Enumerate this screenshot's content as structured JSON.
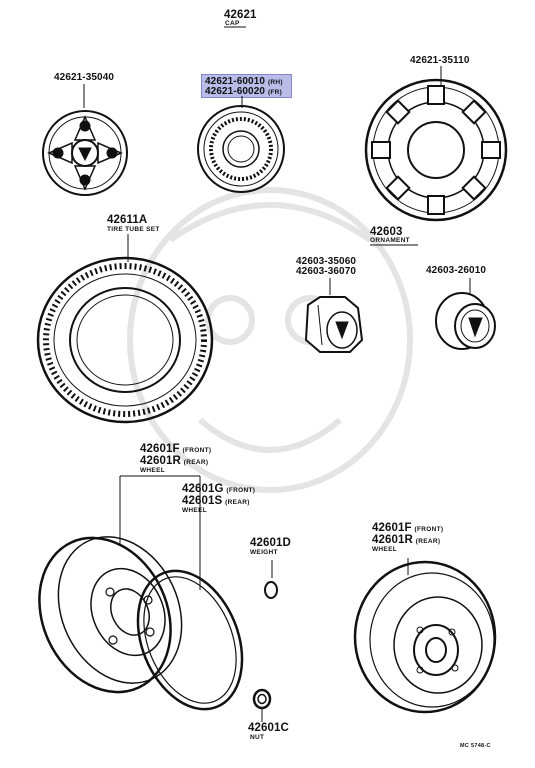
{
  "header": {
    "part_no": "42621",
    "part_name": "CAP"
  },
  "labels": {
    "cap_left": "42621-35040",
    "cap_center_1": "42621-60010",
    "cap_center_1_sub": "(RH)",
    "cap_center_2": "42621-60020",
    "cap_center_2_sub": "(FR)",
    "cap_right": "42621-35110",
    "tire_no": "42611A",
    "tire_name": "TIRE TUBE SET",
    "ornament_no": "42603",
    "ornament_name": "ORNAMENT",
    "orn_a_1": "42603-35060",
    "orn_a_2": "42603-36070",
    "orn_b": "42603-26010",
    "wheel1_a": "42601F",
    "wheel1_a_sub": "(FRONT)",
    "wheel1_b": "42601R",
    "wheel1_b_sub": "(REAR)",
    "wheel1_name": "WHEEL",
    "wheel2_a": "42601G",
    "wheel2_a_sub": "(FRONT)",
    "wheel2_b": "42601S",
    "wheel2_b_sub": "(REAR)",
    "wheel2_name": "WHEEL",
    "weight_no": "42601D",
    "weight_name": "WEIGHT",
    "wheel3_a": "42601F",
    "wheel3_a_sub": "(FRONT)",
    "wheel3_b": "42601R",
    "wheel3_b_sub": "(REAR)",
    "wheel3_name": "WHEEL",
    "nut_no": "42601C",
    "nut_name": "NUT",
    "code": "MC 5748-C"
  },
  "colors": {
    "ink": "#111111",
    "highlight": "#b9bbe8",
    "watermark": "#e6e6e6"
  }
}
